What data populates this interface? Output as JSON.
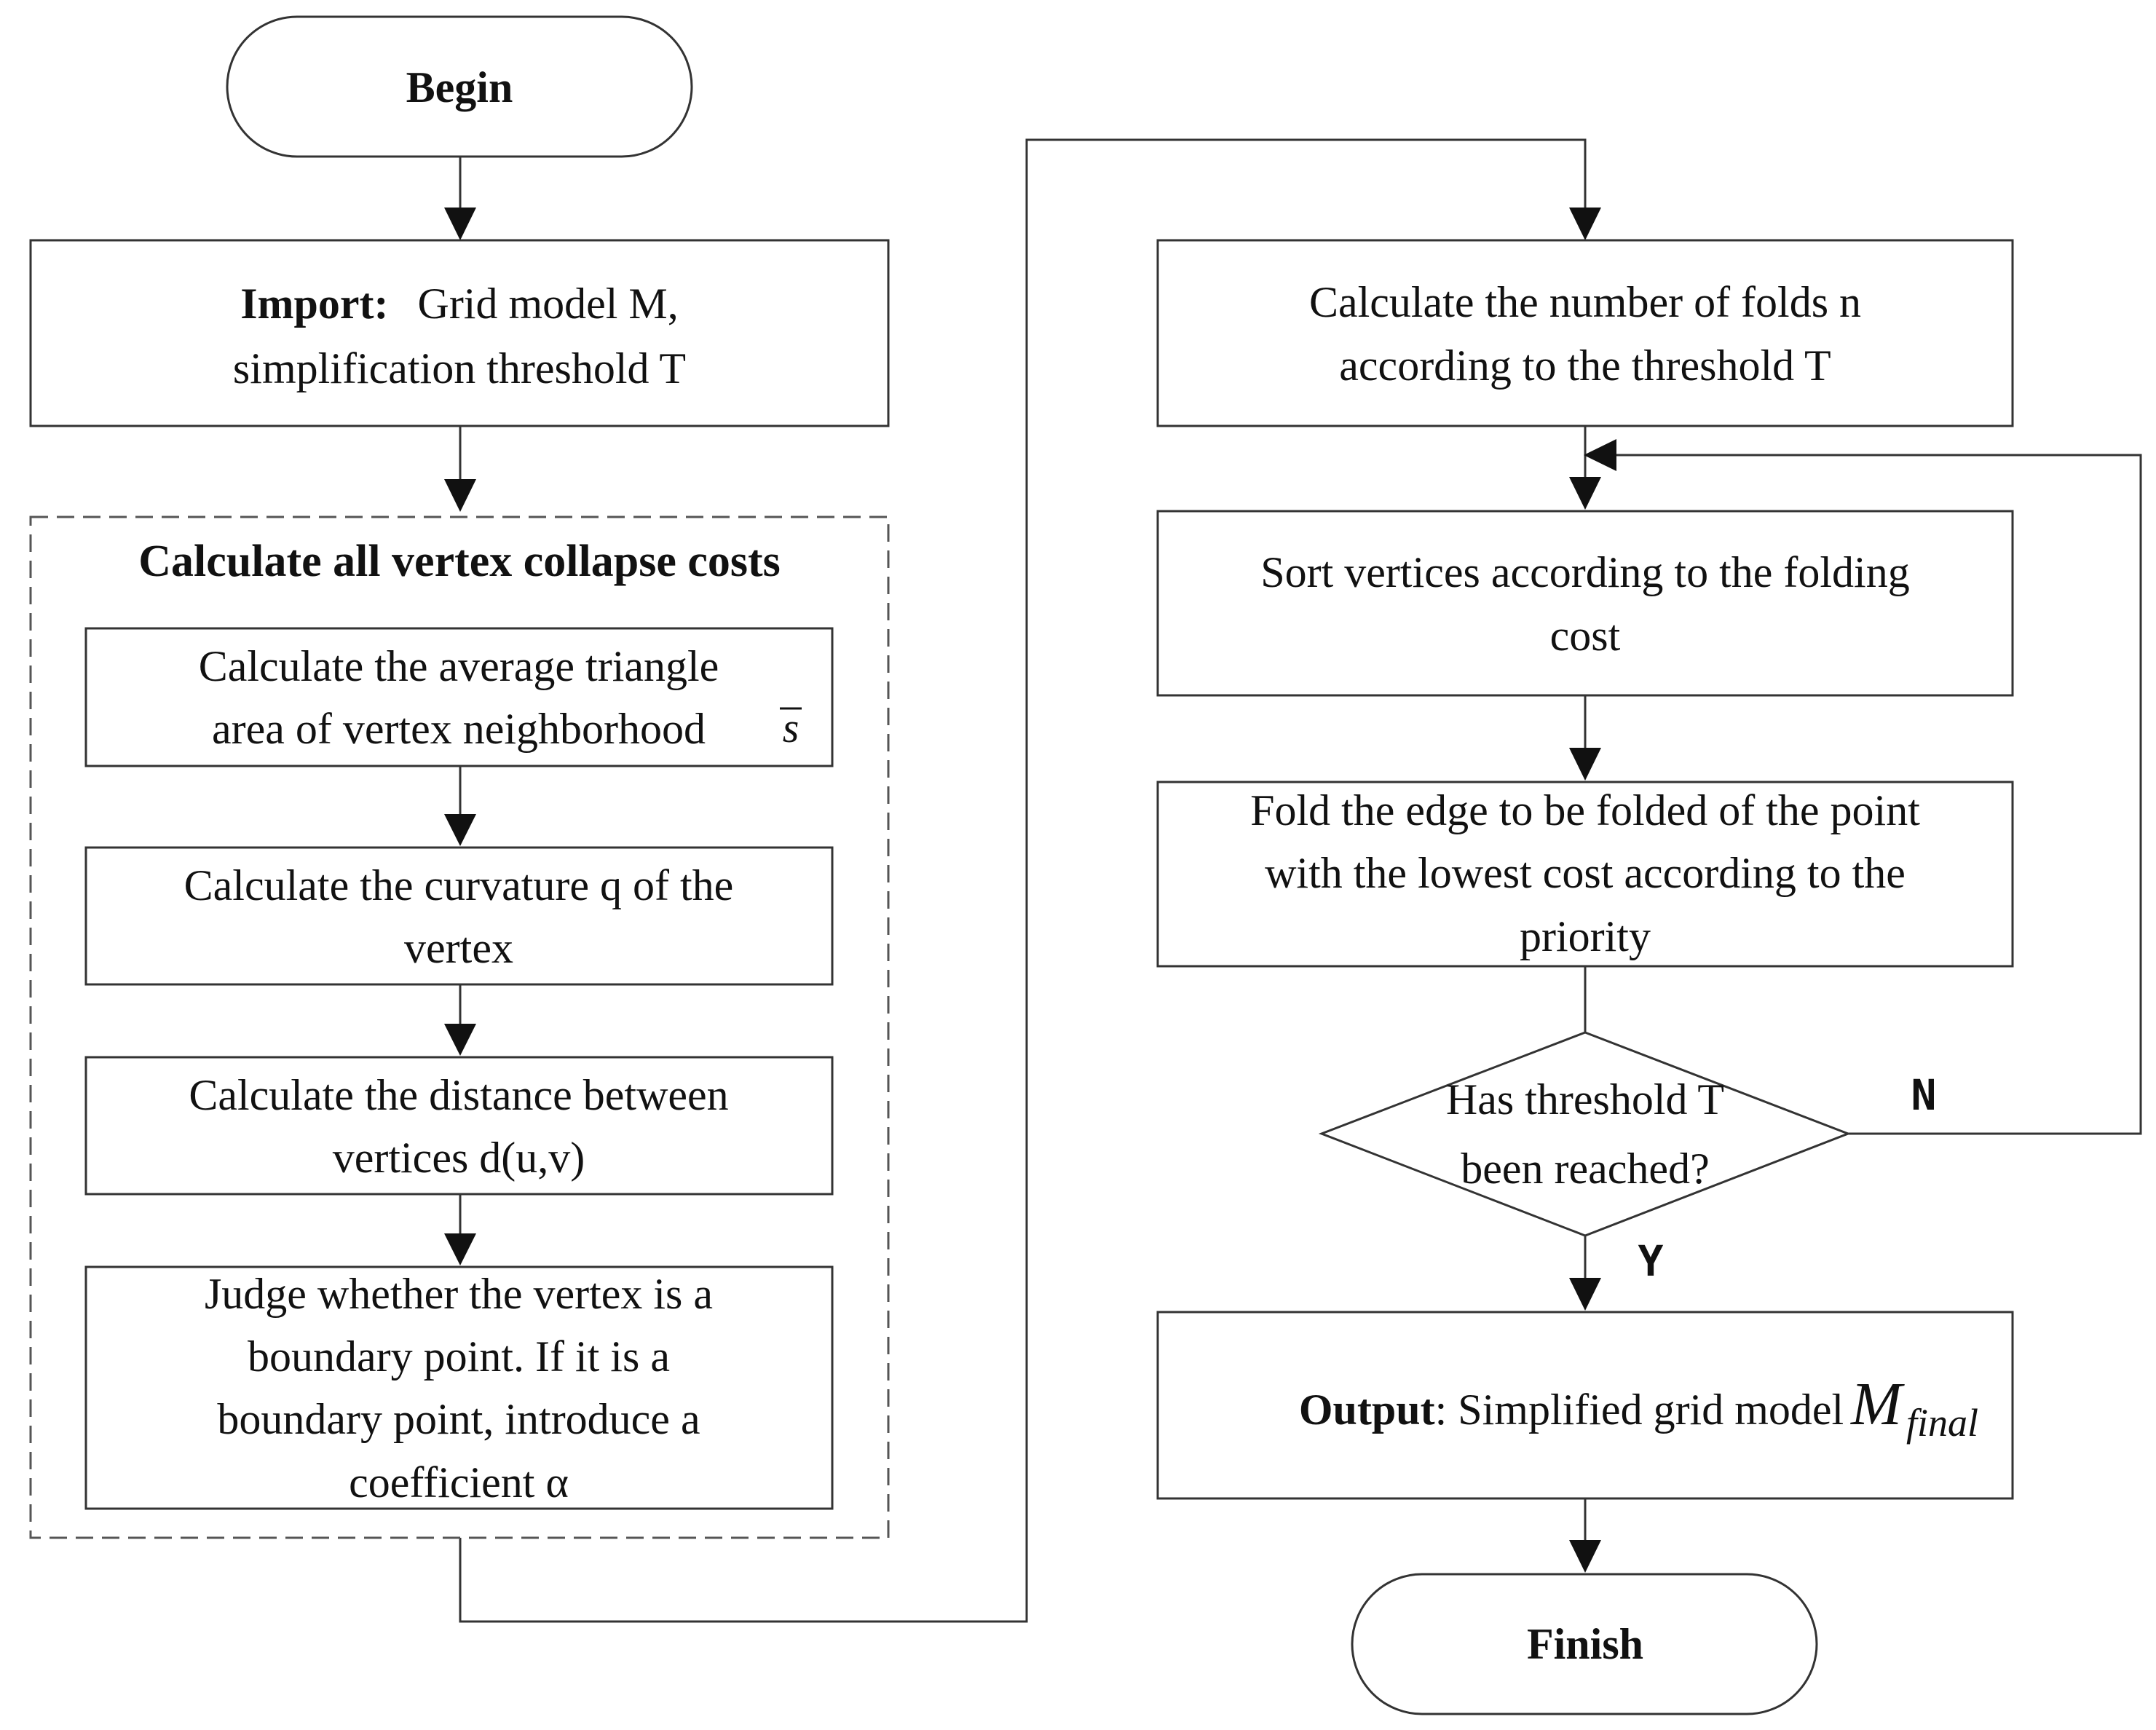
{
  "nodes": {
    "begin": "Begin",
    "import_label": "Import",
    "import_colon": ":",
    "import_line1": "Grid model M,",
    "import_line2": "simplification threshold T",
    "group_title": "Calculate all vertex collapse costs",
    "avg_area_line1": "Calculate the average triangle",
    "avg_area_line2": "area of vertex neighborhood",
    "avg_area_symbol": "s",
    "curvature_line1": "Calculate the curvature q of the",
    "curvature_line2": "vertex",
    "distance_line1": "Calculate the distance between",
    "distance_line2": "vertices d(u,v)",
    "judge_line1": "Judge whether the vertex is a",
    "judge_line2": "boundary point. If it is a",
    "judge_line3": "boundary point, introduce a",
    "judge_line4": "coefficient α",
    "folds_line1": "Calculate the number of folds n",
    "folds_line2": "according to the threshold T",
    "sort_line1": "Sort vertices according to the folding",
    "sort_line2": "cost",
    "fold_line1": "Fold the edge to be folded of the point",
    "fold_line2": "with the lowest cost according to the",
    "fold_line3": "priority",
    "decision_line1": "Has threshold T",
    "decision_line2": "been reached?",
    "output_label": "Output",
    "output_text": ": Simplified grid model",
    "output_symbol": "M",
    "output_subscript": "final",
    "finish": "Finish"
  },
  "edges": {
    "no_label": "N",
    "yes_label": "Y"
  }
}
